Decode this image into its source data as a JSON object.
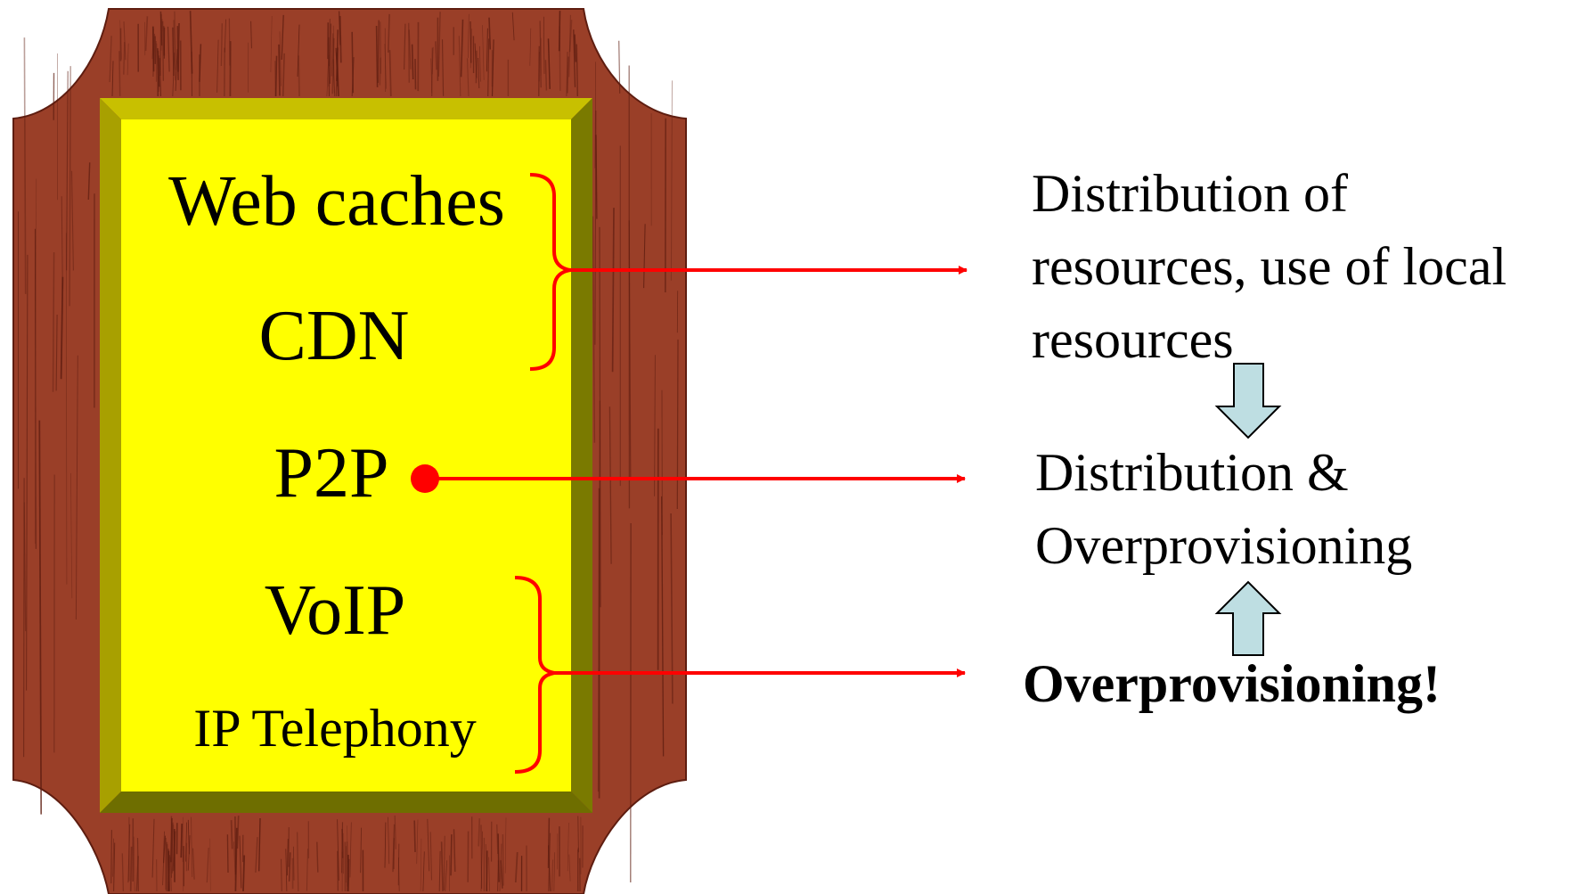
{
  "board": {
    "items": {
      "web_caches": "Web caches",
      "cdn": "CDN",
      "p2p": "P2P",
      "voip": "VoIP",
      "ip_telephony": "IP Telephony"
    }
  },
  "outcomes": {
    "first": {
      "lines": [
        "Distribution of",
        "resources, use of local",
        "resources"
      ]
    },
    "second": {
      "lines": [
        "Distribution &",
        "Overprovisioning"
      ]
    },
    "third": {
      "text": "Overprovisioning!"
    }
  },
  "colors": {
    "wood": "#9A3F28",
    "wood_grain": "#5E1D10",
    "plaque": "#FFFF00",
    "bevel_light": "#C8C000",
    "bevel_dark": "#6E6E00",
    "connector": "#FF0000",
    "block_arrow_fill": "#BEDEE2"
  }
}
